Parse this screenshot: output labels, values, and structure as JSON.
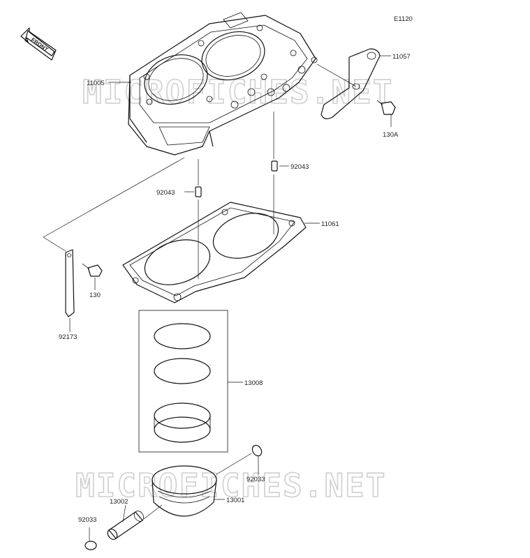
{
  "diagram_code": "E1120",
  "front_arrow_text": "FRONT",
  "watermark_top": "MICROFICHES.NET",
  "watermark_bottom": "MICROFICHES.NET",
  "parts": {
    "cylinder": "11005",
    "bracket": "11057",
    "bracket_bolt": "130A",
    "dowel_right": "92043",
    "dowel_left": "92043",
    "gasket": "11061",
    "bolt": "130",
    "chain_guide": "92173",
    "ring_set": "13008",
    "circlip_right": "92033",
    "piston": "13001",
    "piston_pin": "13002",
    "circlip_left": "92033"
  }
}
